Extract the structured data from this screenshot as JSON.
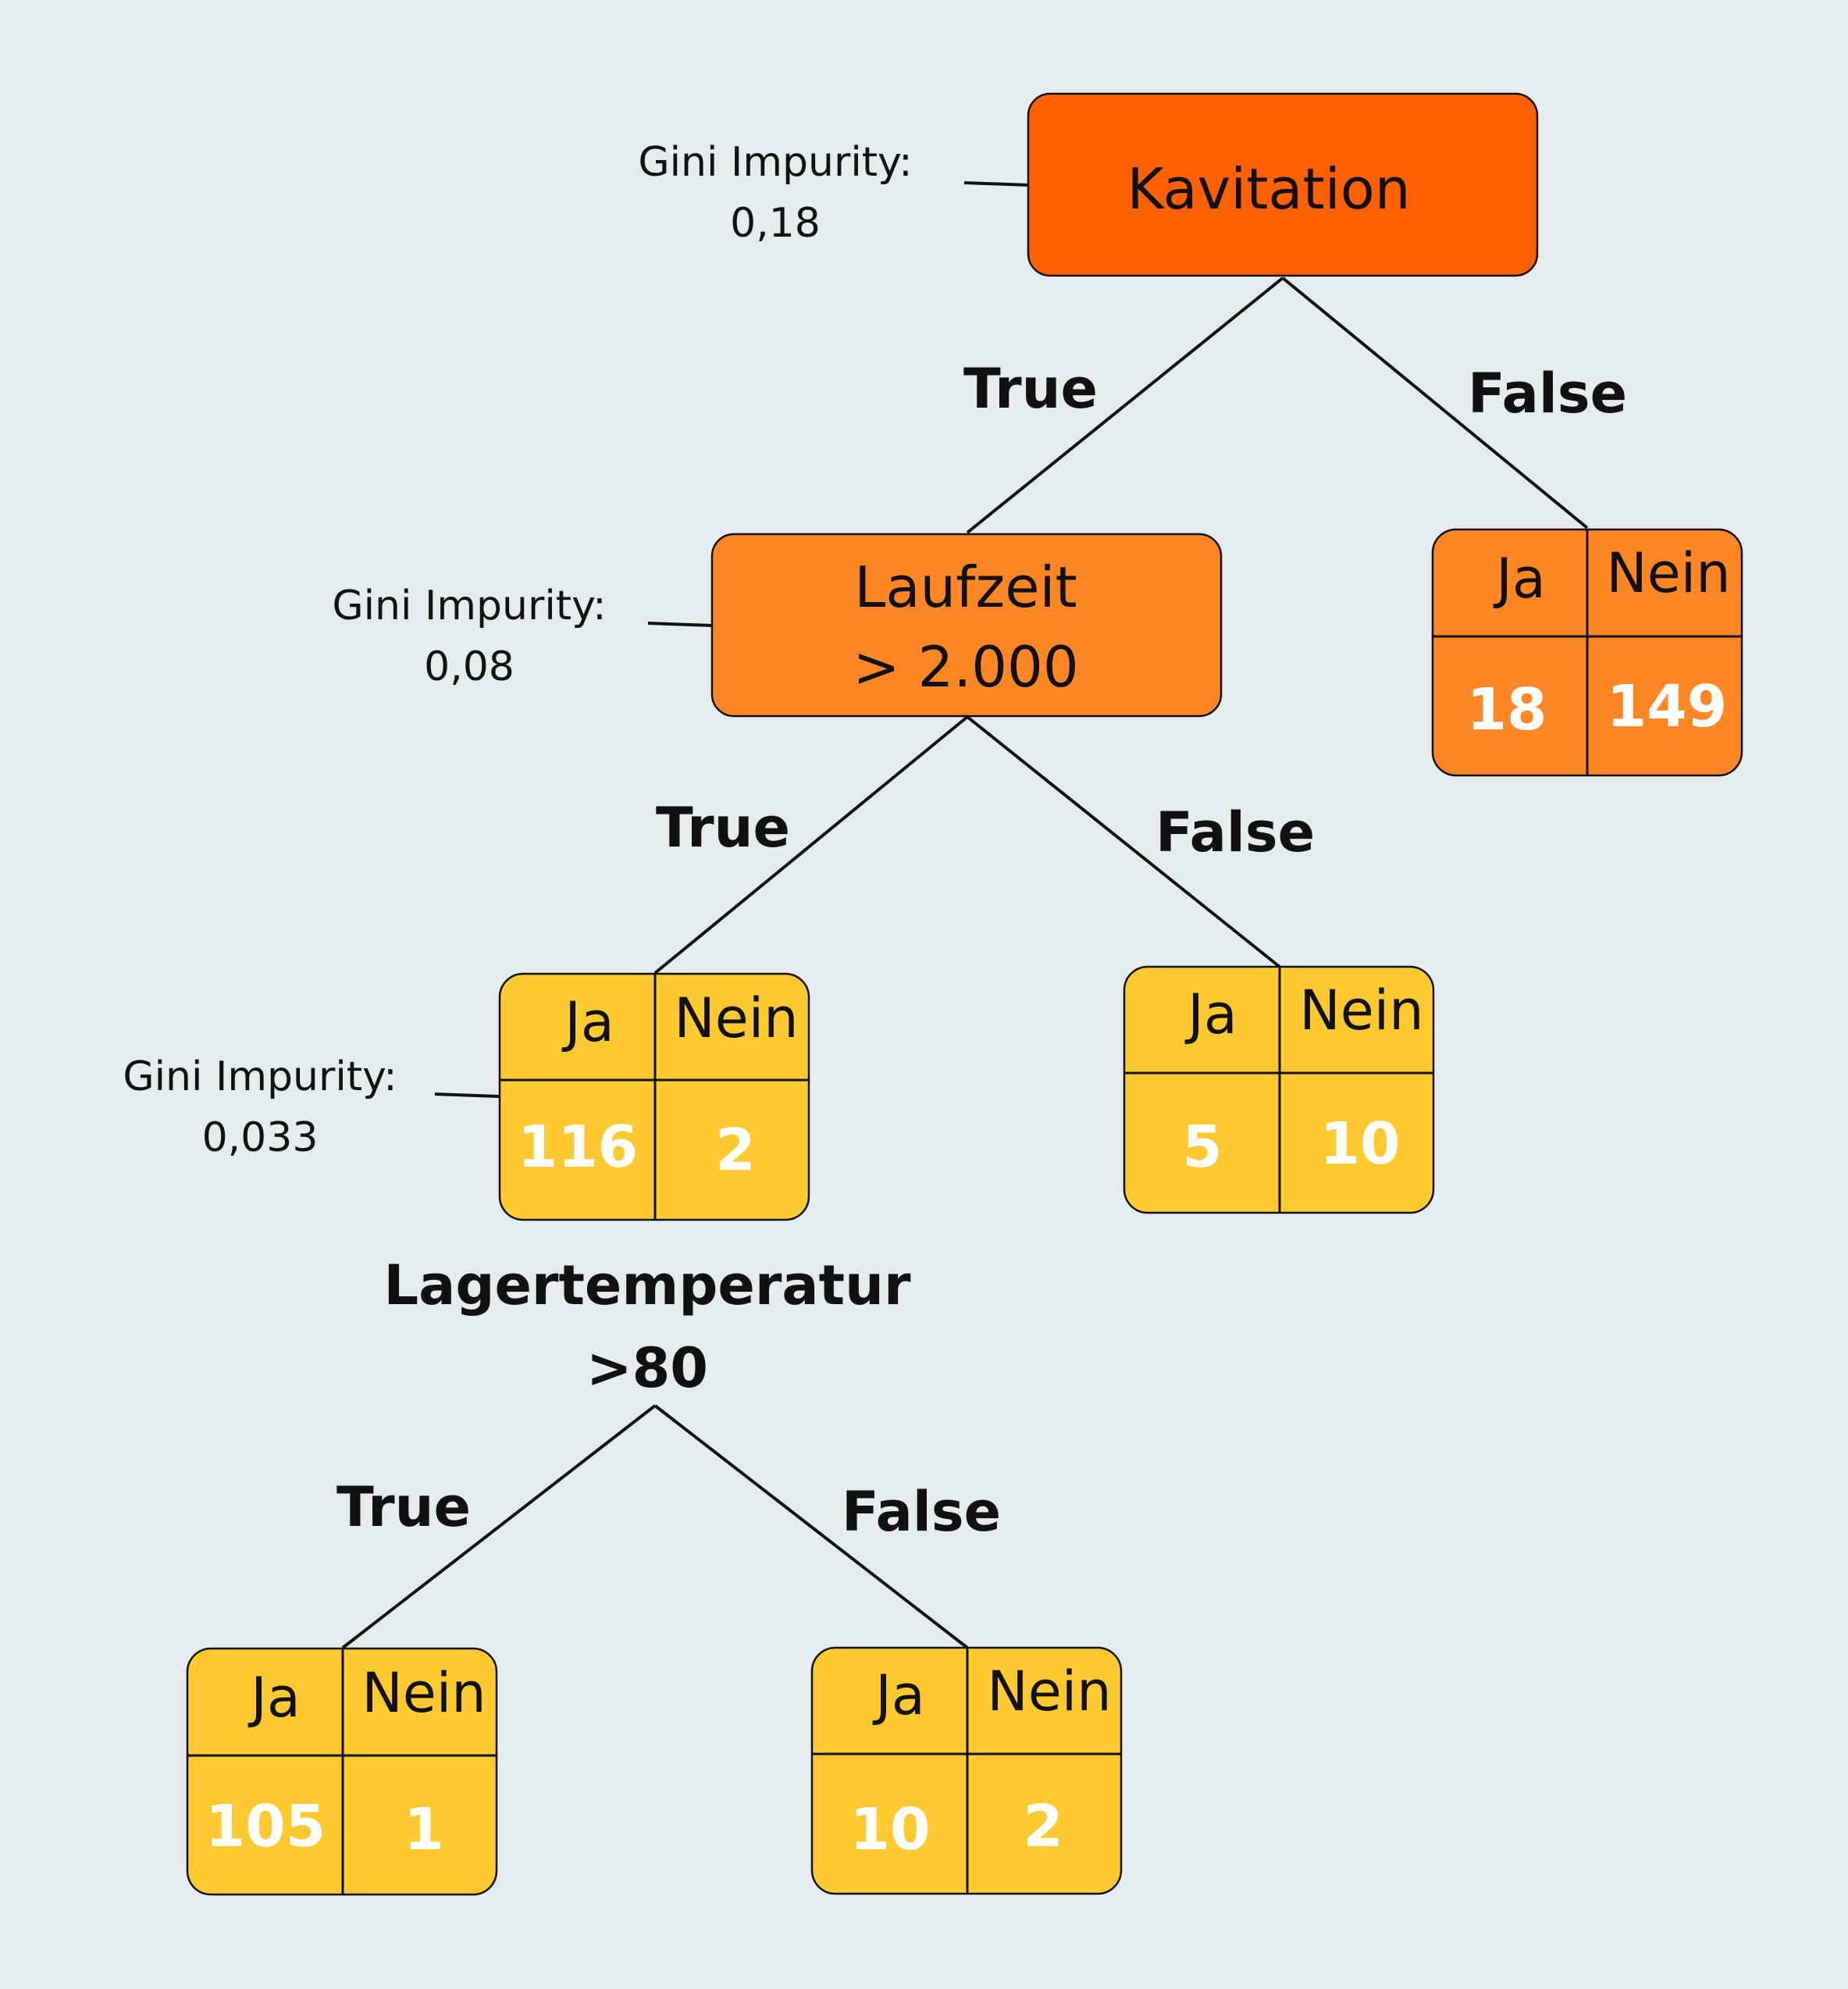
{
  "colors": {
    "background": "#e5ecee",
    "root_fill": "#ff6000",
    "level1_fill": "#ff8624",
    "leaf_fill": "#ffca2f",
    "count_text": "#ffffff"
  },
  "root": {
    "label": "Kavitation",
    "gini_label": "Gini Impurity:",
    "gini_value": "0,18",
    "true_label": "True",
    "false_label": "False"
  },
  "laufzeit": {
    "label_line1": "Laufzeit",
    "label_line2": "> 2.000",
    "gini_label": "Gini Impurity:",
    "gini_value": "0,08",
    "true_label": "True",
    "false_label": "False"
  },
  "leaf_kavitation_false": {
    "ja_label": "Ja",
    "nein_label": "Nein",
    "ja_count": "18",
    "nein_count": "149"
  },
  "leaf_laufzeit_true": {
    "ja_label": "Ja",
    "nein_label": "Nein",
    "ja_count": "116",
    "nein_count": "2",
    "gini_label": "Gini Impurity:",
    "gini_value": "0,033"
  },
  "leaf_laufzeit_false": {
    "ja_label": "Ja",
    "nein_label": "Nein",
    "ja_count": "5",
    "nein_count": "10"
  },
  "lagertemperatur": {
    "label_line1": "Lagertemperatur",
    "label_line2": ">80",
    "true_label": "True",
    "false_label": "False"
  },
  "leaf_lager_true": {
    "ja_label": "Ja",
    "nein_label": "Nein",
    "ja_count": "105",
    "nein_count": "1"
  },
  "leaf_lager_false": {
    "ja_label": "Ja",
    "nein_label": "Nein",
    "ja_count": "10",
    "nein_count": "2"
  }
}
